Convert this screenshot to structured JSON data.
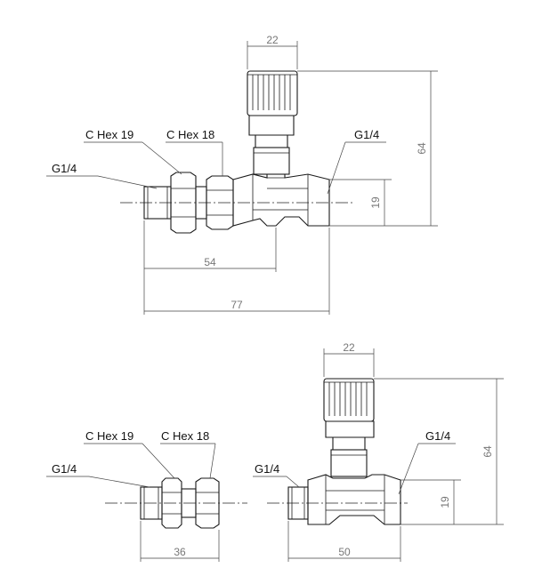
{
  "views": {
    "top": {
      "label_hex19": "C Hex 19",
      "label_hex18": "C Hex 18",
      "label_g14_left": "G1/4",
      "label_g14_right": "G1/4",
      "dim_width_knob": "22",
      "dim_height": "64",
      "dim_height_body": "19",
      "dim_length_short": "54",
      "dim_length_total": "77"
    },
    "bottom_left": {
      "label_hex19": "C Hex 19",
      "label_hex18": "C Hex 18",
      "label_g14": "G1/4",
      "dim_length": "36"
    },
    "bottom_right": {
      "label_g14_left": "G1/4",
      "label_g14_right": "G1/4",
      "dim_width_knob": "22",
      "dim_height": "64",
      "dim_height_body": "19",
      "dim_length": "50"
    }
  }
}
